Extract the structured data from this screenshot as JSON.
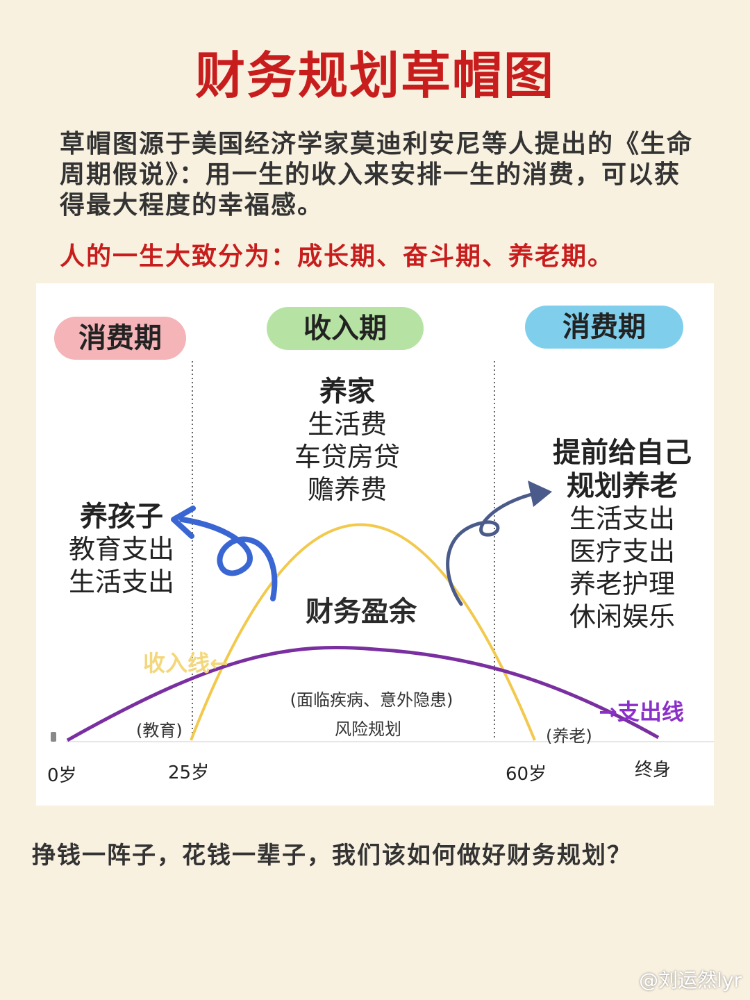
{
  "title": "财务规划草帽图",
  "intro": "草帽图源于美国经济学家莫迪利安尼等人提出的《生命周期假说》：用一生的收入来安排一生的消费，可以获得最大程度的幸福感。",
  "subtitle": "人的一生大致分为：成长期、奋斗期、养老期。",
  "phases": {
    "left": "消费期",
    "middle": "收入期",
    "right": "消费期"
  },
  "middle_block": {
    "heading": "养家",
    "items": [
      "生活费",
      "车贷房贷",
      "赡养费"
    ]
  },
  "left_block": {
    "heading": "养孩子",
    "items": [
      "教育支出",
      "生活支出"
    ]
  },
  "right_block": {
    "heading_lines": [
      "提前给自己",
      "规划养老"
    ],
    "items": [
      "生活支出",
      "医疗支出",
      "养老护理",
      "休闲娱乐"
    ]
  },
  "surplus_label": "财务盈余",
  "risk_note": "(面临疾病、意外隐患)",
  "risk_label": "风险规划",
  "education_note": "(教育)",
  "retirement_note": "(养老)",
  "income_line_label": "收入线←",
  "expense_line_label": "→支出线",
  "ticks": {
    "age0": "0岁",
    "age25": "25岁",
    "age60": "60岁",
    "end": "终身"
  },
  "bottom_text": "挣钱一阵子，花钱一辈子，我们该如何做好财务规划？",
  "watermark": "@刘运然lyr",
  "colors": {
    "title": "#c81d1d",
    "income_curve": "#f2c94c",
    "expense_curve": "#7a2fa0",
    "arrow_left": "#3a66d4",
    "arrow_right": "#4a5a8a",
    "pill_left": "#f4b4b8",
    "pill_mid": "#b6e3a3",
    "pill_right": "#7fcfec"
  }
}
